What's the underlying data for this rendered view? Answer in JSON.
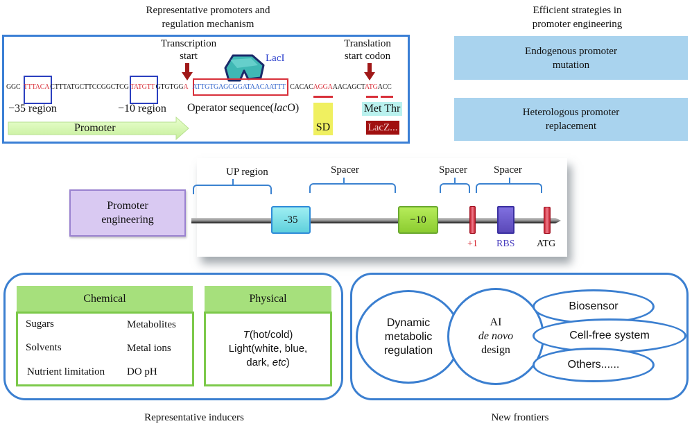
{
  "top_left": {
    "title_line1": "Representative promoters and",
    "title_line2": "regulation mechanism",
    "transcription_start_line1": "Transcription",
    "transcription_start_line2": "start",
    "translation_start_line1": "Translation",
    "translation_start_line2": "start codon",
    "laci_label": "LacI",
    "sequence": {
      "seg1": "GGC ",
      "box35": "TTTACA",
      "seg2": "CTTTATGCTTCCGGCTCG",
      "box10": "TATGTT",
      "seg3": "GTGTGG",
      "tss": "A",
      "operator": "ATTGTGAGCGGATAACAATTT",
      "seg4": " CACAC",
      "sd": "AGGA",
      "seg5": "AACAGCT",
      "atg": "ATG",
      "seg6": "ACC"
    },
    "label_35": "−35 region",
    "label_10": "−10 region",
    "operator_label_prefix": "Operator sequence(",
    "operator_label_italic": "lac",
    "operator_label_suffix": "O)",
    "promoter_arrow": "Promoter",
    "sd_label": "SD",
    "met_thr": "Met Thr",
    "lacz": "LacZ..."
  },
  "top_right": {
    "title_line1": "Efficient strategies in",
    "title_line2": "promoter engineering",
    "strategies": [
      {
        "line1": "Endogenous promoter",
        "line2": "mutation"
      },
      {
        "line1": "Heterologous promoter",
        "line2": "replacement"
      }
    ]
  },
  "middle": {
    "engineering_line1": "Promoter",
    "engineering_line2": "engineering",
    "brackets": [
      "UP region",
      "Spacer",
      "Spacer",
      "Spacer"
    ],
    "box35": "-35",
    "box10": "−10",
    "plus1": "+1",
    "rbs": "RBS",
    "atg": "ATG"
  },
  "bottom_left": {
    "caption": "Representative inducers",
    "chemical": {
      "header": "Chemical",
      "col1": [
        "Sugars",
        "Solvents",
        "Nutrient limitation"
      ],
      "col2": [
        "Metabolites",
        "Metal ions",
        "DO pH"
      ]
    },
    "physical": {
      "header": "Physical",
      "t_italic": "T",
      "t_rest": "(hot/cold)",
      "line2": "Light(white, blue,",
      "line3_prefix": "dark, ",
      "line3_italic": "etc",
      "line3_suffix": ")"
    }
  },
  "bottom_right": {
    "caption": "New frontiers",
    "dynamic": [
      "Dynamic",
      "metabolic",
      "regulation"
    ],
    "ai_line1": "AI",
    "ai_line2": "de novo",
    "ai_line3": "design",
    "biosensor": "Biosensor",
    "cell_free": "Cell-free system",
    "others": "Others......"
  },
  "colors": {
    "frame_blue": "#3a7fd5",
    "motif_red": "#d8303a",
    "operator_blue": "#3366cc",
    "strategy_fill": "#a9d3ee",
    "engineering_fill": "#d9c9f2",
    "box35_fill": "#7fe0ea",
    "box10_fill": "#9cd63a",
    "rbs_fill": "#6a5acd",
    "marker_red": "#e04a5e",
    "green_header": "#a6e07c",
    "arrow_green": "#d8f8b0",
    "sd_yellow": "#f0f060",
    "metthr_cyan": "#b9f1ee",
    "lacz_dark_red": "#a01010"
  }
}
